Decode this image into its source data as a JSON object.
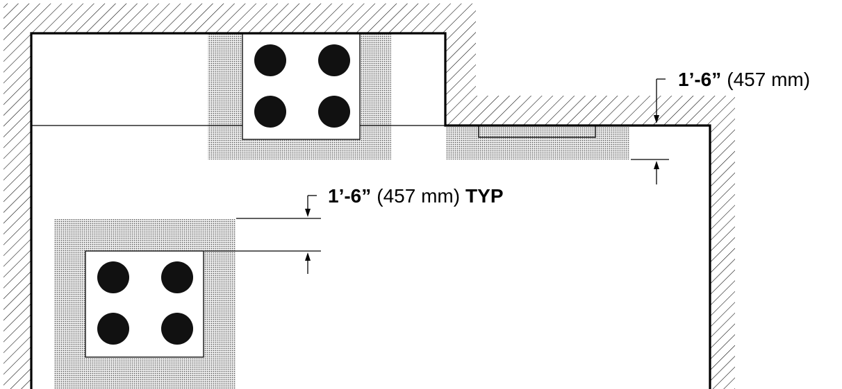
{
  "drawing": {
    "dimension_top": {
      "value": "1’-6”",
      "unit_conversion": "(457 mm)"
    },
    "dimension_typ": {
      "value": "1’-6”",
      "unit_conversion": "(457 mm)",
      "suffix": "TYP"
    },
    "colors": {
      "line": "#000000",
      "hatch": "#000000",
      "clearance_fill": "#d0d0d0",
      "background": "#ffffff"
    }
  }
}
